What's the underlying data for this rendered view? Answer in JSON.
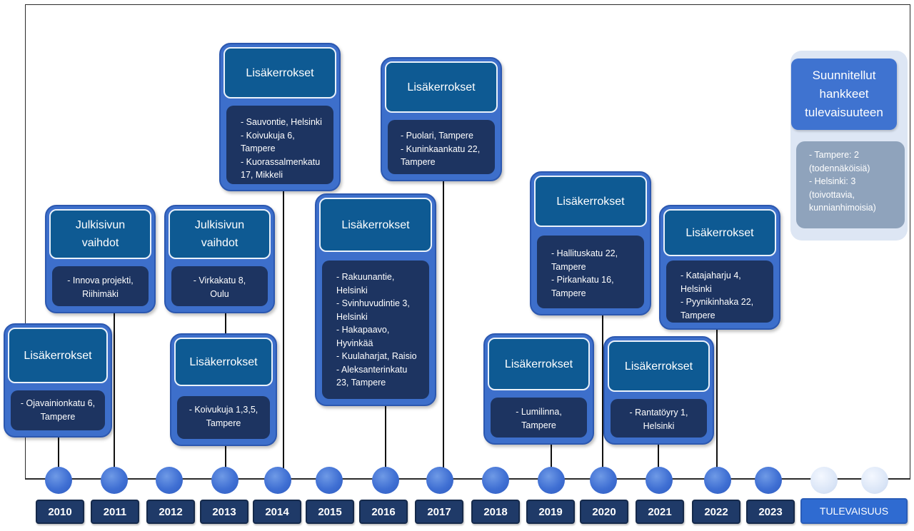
{
  "years": [
    "2010",
    "2011",
    "2012",
    "2013",
    "2014",
    "2015",
    "2016",
    "2017",
    "2018",
    "2019",
    "2020",
    "2021",
    "2022",
    "2023"
  ],
  "future_label": "TULEVAISUUS",
  "cards": {
    "c2010": {
      "title": "Lisäkerrokset",
      "items": [
        "- Ojavainionkatu 6,",
        "Tampere"
      ]
    },
    "c2011": {
      "title": "Julkisivun vaihdot",
      "items": [
        "- Innova projekti,",
        "Riihimäki"
      ]
    },
    "c2013a": {
      "title": "Julkisivun vaihdot",
      "items": [
        "- Virkakatu 8,",
        "Oulu"
      ]
    },
    "c2013b": {
      "title": "Lisäkerrokset",
      "items": [
        "- Koivukuja 1,3,5,",
        "Tampere"
      ]
    },
    "c2014": {
      "title": "Lisäkerrokset",
      "items": [
        "- Sauvontie, Helsinki",
        "- Koivukuja 6,",
        "Tampere",
        "- Kuorassalmenkatu",
        "17, Mikkeli"
      ]
    },
    "c2016": {
      "title": "Lisäkerrokset",
      "items": [
        "- Rakuunantie,",
        "Helsinki",
        "- Svinhuvudintie 3,",
        "Helsinki",
        "- Hakapaavo,",
        "Hyvinkää",
        "- Kuulaharjat, Raisio",
        "- Aleksanterinkatu",
        "23, Tampere"
      ]
    },
    "c2017": {
      "title": "Lisäkerrokset",
      "items": [
        "- Puolari, Tampere",
        "- Kuninkaankatu 22,",
        "Tampere"
      ]
    },
    "c2019": {
      "title": "Lisäkerrokset",
      "items": [
        "- Lumilinna,",
        "Tampere"
      ]
    },
    "c2020": {
      "title": "Lisäkerrokset",
      "items": [
        "- Hallituskatu 22,",
        "Tampere",
        "- Pirkankatu 16,",
        "Tampere"
      ]
    },
    "c2021": {
      "title": "Lisäkerrokset",
      "items": [
        "- Rantatöyry 1,",
        "Helsinki"
      ]
    },
    "c2022": {
      "title": "Lisäkerrokset",
      "items": [
        "- Katajaharju 4,",
        "Helsinki",
        "- Pyynikinhaka 22,",
        "Tampere"
      ]
    }
  },
  "future": {
    "title": "Suunnitellut hankkeet tulevaisuuteen",
    "items": [
      "- Tampere: 2",
      "(todennäköisiä)",
      "- Helsinki: 3",
      "(toivottavia,",
      "kunnianhimoisia)"
    ]
  },
  "colors": {
    "accent": "#3d6fcb",
    "header": "#0e5a93",
    "body": "#1d3461",
    "year_box": "#1f3a68",
    "future_box": "#2f6bd1"
  }
}
